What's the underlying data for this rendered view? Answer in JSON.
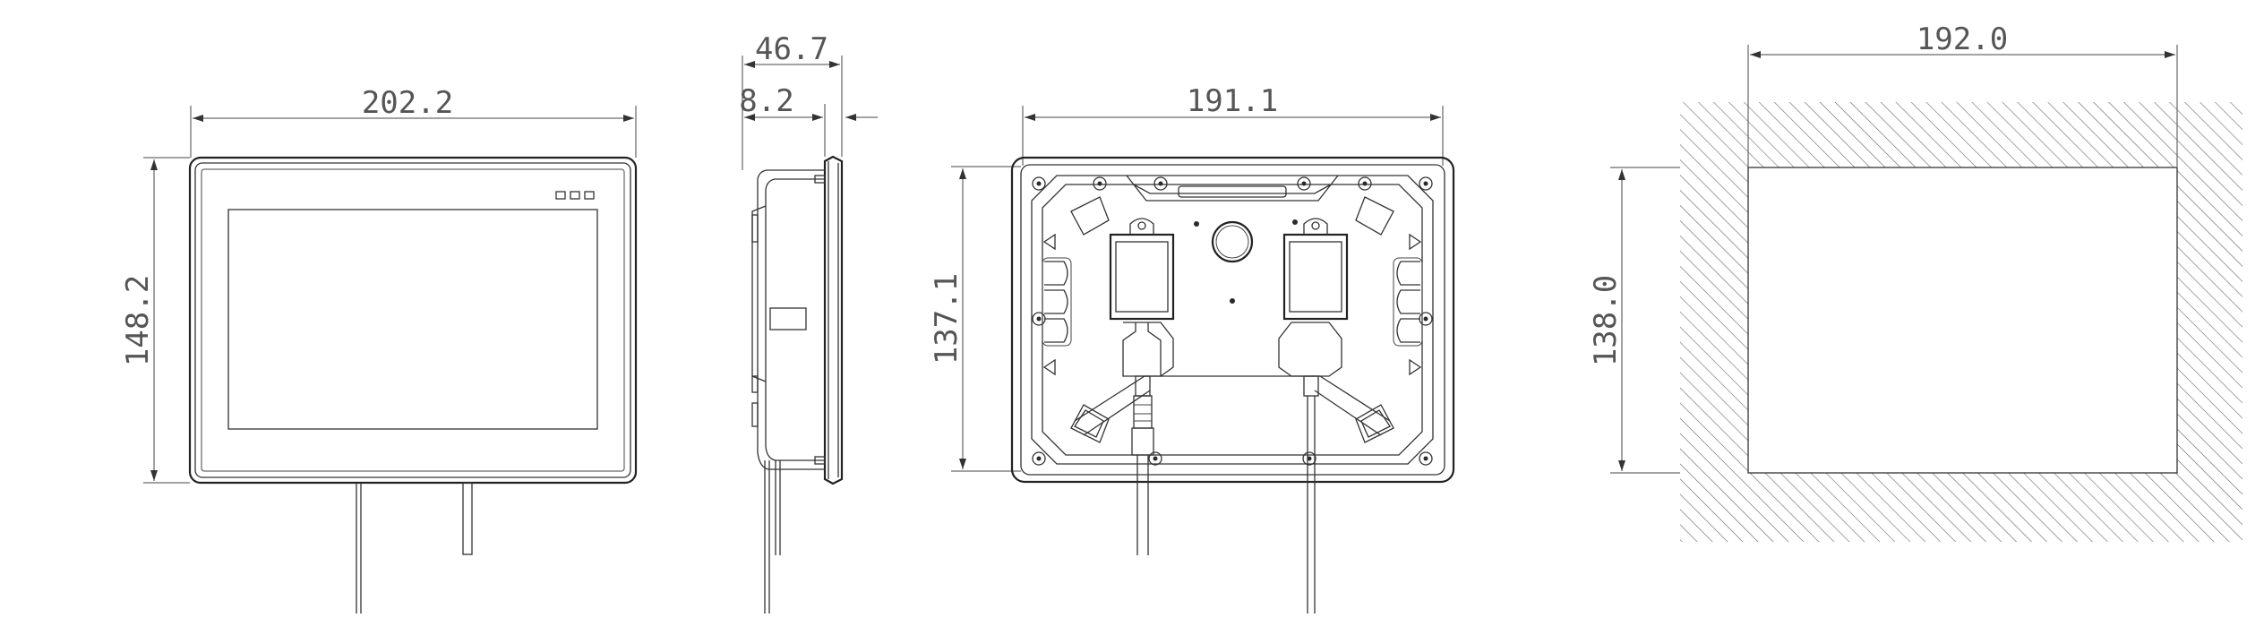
{
  "drawing": {
    "front_view": {
      "width_dim": "202.2",
      "height_dim": "148.2"
    },
    "side_view": {
      "depth_dim": "46.7",
      "bezel_dim": "8.2"
    },
    "rear_view": {
      "width_dim": "191.1",
      "height_dim": "137.1"
    },
    "cutout_view": {
      "width_dim": "192.0",
      "height_dim": "138.0"
    }
  }
}
